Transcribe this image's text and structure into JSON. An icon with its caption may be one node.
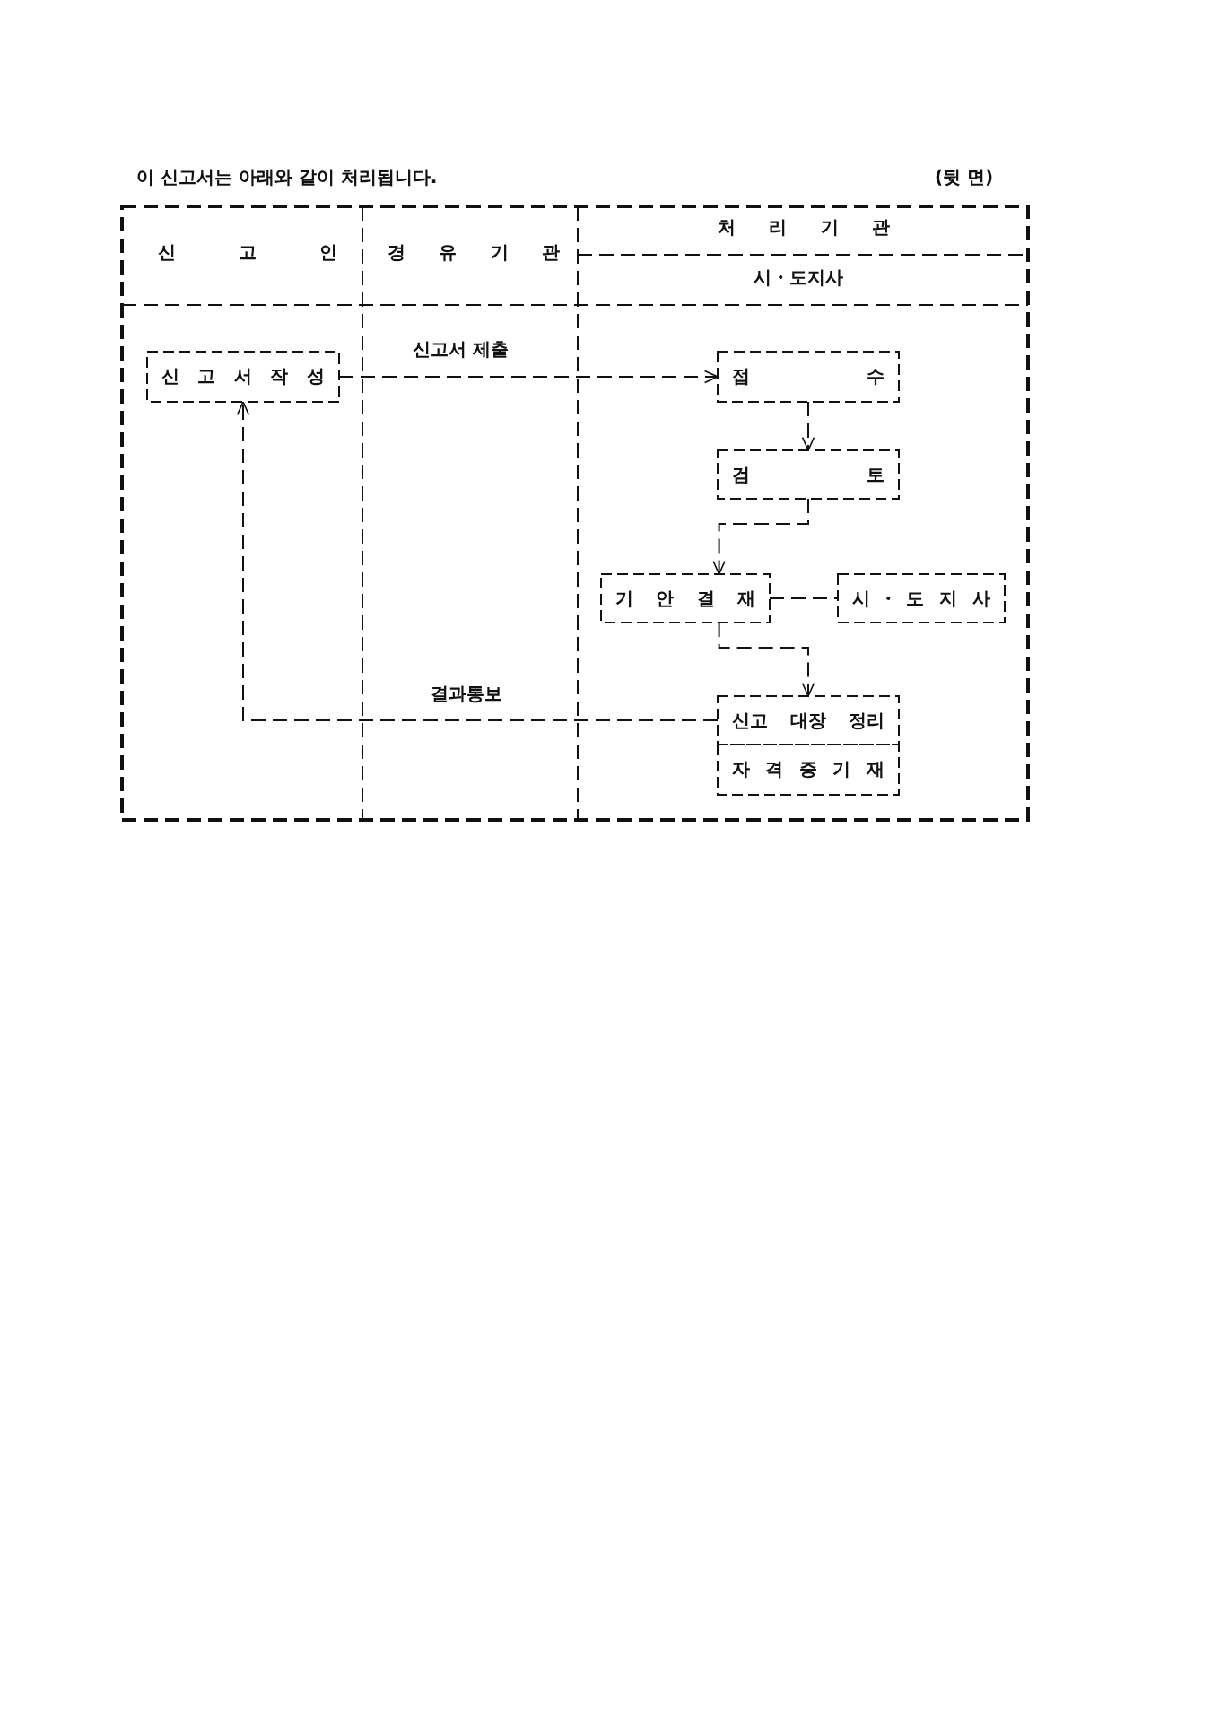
{
  "diagram": {
    "title": "이 신고서는 아래와 같이 처리됩니다.",
    "nodes": [
      {
        "text": [
          "신 고 서 작 성"
        ]
      },
      {
        "text": [
          "접 수"
        ]
      },
      {
        "text": [
          "검 토"
        ]
      },
      {
        "text": [
          "기 안 결 재"
        ]
      },
      {
        "text": [
          "시・도 지 사"
        ]
      },
      {
        "text": [
          "신고 대장 정리"
        ]
      },
      {
        "text": [
          "자 격 증 기 재"
        ]
      }
    ],
    "edges": [
      {
        "from": 0,
        "to": 1,
        "arrow": "to",
        "label": "신고서 제출"
      },
      {
        "from": 1,
        "to": 2,
        "arrow": "to"
      },
      {
        "from": 2,
        "to": 3,
        "arrow": "to"
      },
      {
        "from": 3,
        "to": 4,
        "arrow": "none"
      },
      {
        "from": 3,
        "to": 5,
        "arrow": "to"
      },
      {
        "from": 5,
        "to": 0,
        "arrow": "to",
        "label": "결과통보"
      }
    ],
    "labels": [
      "(뒷 면)",
      "신 고 인",
      "경 유 기 관",
      "처 리 기 관",
      "시・도지사"
    ]
  }
}
